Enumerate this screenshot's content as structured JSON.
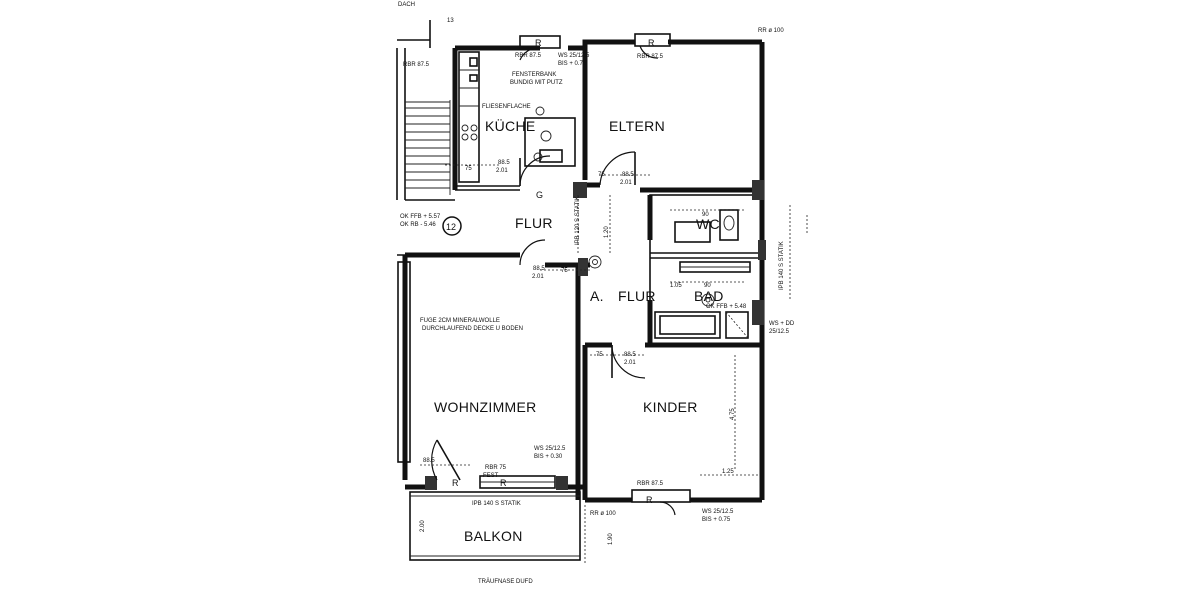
{
  "rooms": {
    "kueche": "KÜCHE",
    "eltern": "ELTERN",
    "flur_top": "FLUR",
    "flur_lower": "FLUR",
    "flur_lower_prefix": "A.",
    "wc": "WC",
    "bad": "BAD",
    "wohnzimmer": "WOHNZIMMER",
    "kinder": "KINDER",
    "balkon": "BALKON"
  },
  "notes": {
    "fensterbank_1": "FENSTERBANK",
    "fensterbank_2": "BUNDIG MIT PUTZ",
    "fliesenflaeche": "FLIESENFLACHE",
    "fuge_1": "FUGE 2CM MINERALWOLLE",
    "fuge_2": "DURCHLAUFEND DECKE U BODEN",
    "ok_ffb_1": "OK FFB + 5.57",
    "ok_rb_1": "OK RB - 5.46",
    "ok_ffb_bad": "OK FFB + 5.48",
    "traufnase": "TRÄUFNASE DUFD",
    "fest": "FEST",
    "g_label": "G",
    "unit_number": "12",
    "rr_top": "RR ø 100",
    "rr_bottom": "RR ø 100",
    "statik_1": "IPB 120 S STATIK",
    "statik_2": "IPB 140 S STATIK",
    "statik_3": "IPB 140 S STATIK",
    "ws_top": "WS 25/12.5",
    "bis_top": "BIS + 0.75",
    "ws_wohn": "WS 25/12.5",
    "bis_wohn": "BIS + 0.30",
    "ws_kinder": "WS 25/12.5",
    "bis_kinder": "BIS + 0.75",
    "ws_bad": "WS + DD",
    "ws_bad_2": "25/12.5",
    "rbr_1": "RBR 87.5",
    "rbr_2": "RBR 87.5",
    "rbr_3": "RBR 75",
    "rbr_4": "RBR 87.5",
    "rbr_left": "RBR 87.5",
    "r_mark": "R",
    "header_text": "DACH"
  },
  "dimensions": {
    "d_75_a": "75",
    "d_885_a": "88.5",
    "d_201_a": "2.01",
    "d_75_b": "75",
    "d_885_b": "88.5",
    "d_201_b": "2.01",
    "d_75_c": "75",
    "d_885_c": "88.5",
    "d_201_c": "2.01",
    "d_75_d": "75",
    "d_885_d": "88.5",
    "d_201_d": "2.01",
    "d_90_a": "90",
    "d_90_b": "90",
    "d_105": "1.05",
    "d_125": "1.25",
    "d_475": "4.75",
    "d_120": "1.20",
    "d_190": "1.90",
    "d_200": "2.00",
    "d_885_e": "88.5",
    "d_13": "13"
  }
}
